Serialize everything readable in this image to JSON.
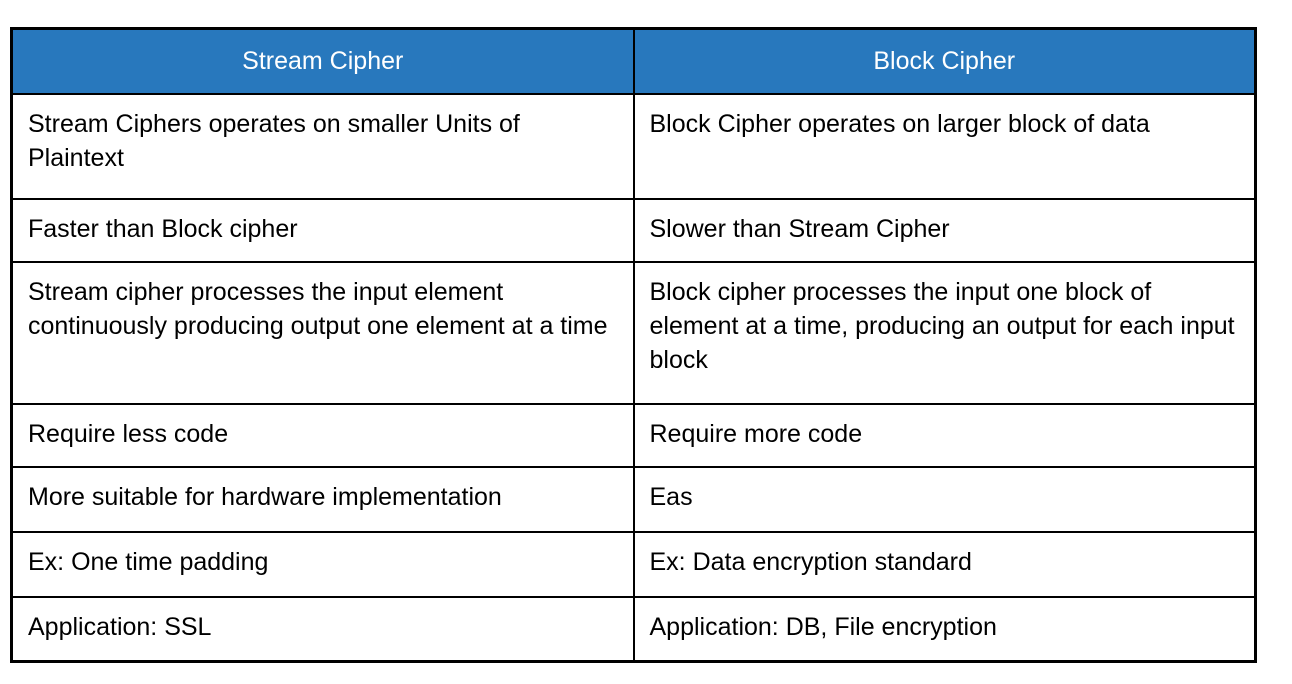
{
  "table": {
    "headers": [
      "Stream Cipher",
      "Block Cipher"
    ],
    "rows": [
      [
        "Stream Ciphers operates on smaller Units of Plaintext",
        "Block Cipher operates on larger block of data"
      ],
      [
        "Faster than Block cipher",
        "Slower than Stream Cipher"
      ],
      [
        "Stream cipher processes the input element continuously producing output one element at a time",
        "Block cipher processes the input one block of element at a time, producing an output for each input block"
      ],
      [
        "Require less code",
        "Require more code"
      ],
      [
        "More suitable for hardware implementation",
        "Eas"
      ],
      [
        "Ex: One time padding",
        "Ex: Data encryption standard"
      ],
      [
        "Application: SSL",
        "Application: DB, File encryption"
      ]
    ],
    "colors": {
      "header_bg": "#2878BD",
      "header_text": "#FFFFFF",
      "border": "#000000",
      "cell_bg": "#FFFFFF",
      "body_text": "#000000",
      "page_bg": "#FFFFFF"
    }
  }
}
